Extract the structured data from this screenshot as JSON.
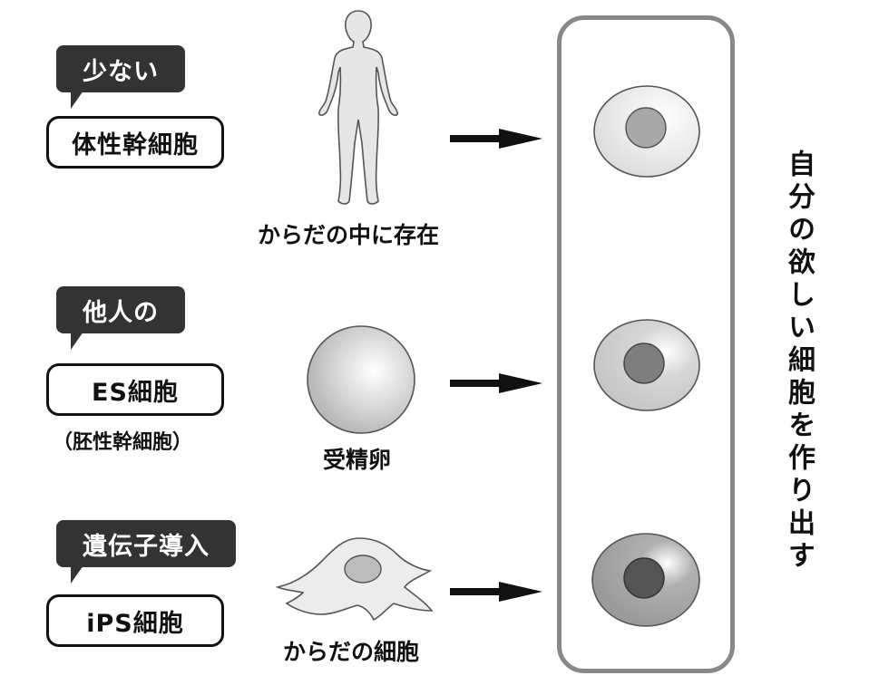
{
  "rows": [
    {
      "bubble": "少ない",
      "box": "体性幹細胞",
      "caption": "からだの中に存在"
    },
    {
      "bubble": "他人の",
      "box": "ES細胞",
      "sub": "（胚性幹細胞）",
      "caption": "受精卵"
    },
    {
      "bubble": "遺伝子導入",
      "box": "iPS細胞",
      "caption": "からだの細胞"
    }
  ],
  "result_label": "自分の欲しい細胞を作り出す",
  "colors": {
    "bubble_bg": "#333333",
    "panel_border": "#888888",
    "cell_light": "#e8e8e8",
    "cell_mid": "#cfcfcf",
    "cell_dark": "#9a9a9a",
    "nucleus": "#7d7d7d"
  }
}
